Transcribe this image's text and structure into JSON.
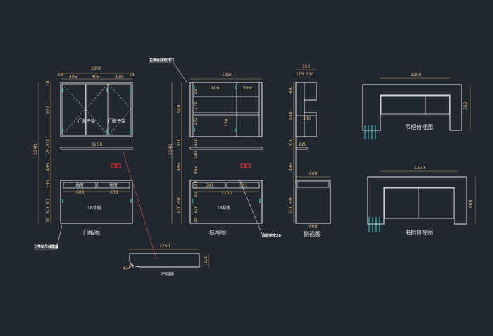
{
  "colors": {
    "background": "#212830",
    "lines": "#e6e6e6",
    "dimensions": "#e4b980",
    "hinge": "#35c6a0",
    "mark": "#e03030"
  },
  "views": {
    "door": {
      "title": "门板图",
      "top_width": "1250",
      "top_segments": [
        "18",
        "405",
        "405",
        "405",
        "18"
      ],
      "heights": [
        "18",
        "972",
        "310",
        "25",
        "485",
        "135",
        "80",
        "620",
        "20"
      ],
      "total_height": "2540",
      "door_labels": [
        "门板平装",
        "门板平装"
      ],
      "mid_width": "1250",
      "drawer_labels": [
        "抽屉",
        "抽屉"
      ],
      "drawer_widths": [
        "600",
        "600"
      ],
      "back_label": "18背板",
      "note_slide": "三节轨吊装隐藏",
      "note_top": "左侧板底端开口"
    },
    "structure": {
      "title": "结构图",
      "top_width": "1250",
      "inner_width": "800",
      "side_width": "396",
      "heights": [
        "25",
        "272",
        "272",
        "334",
        "310",
        "120",
        "485",
        "120",
        "60",
        "620",
        "20"
      ],
      "left_heights": [
        "940",
        "310",
        "485",
        "380",
        "620"
      ],
      "total_height": "2540",
      "drawer_widths": [
        "591",
        "591"
      ],
      "bottom_width": "1200",
      "back_label": "18背板",
      "note_bottom": "底板挖空20"
    },
    "side": {
      "title": "侧视图",
      "top_width": "350",
      "top_segments": [
        "115",
        "235"
      ],
      "heights": [
        "300",
        "630",
        "320",
        "485",
        "380",
        "620"
      ],
      "mid_labels": [
        "330",
        "220"
      ],
      "desk_width": "600",
      "base_width": "600"
    },
    "wall_top": {
      "title": "吊柜俯视图",
      "width": "1250",
      "depth": "350"
    },
    "desk_top": {
      "title": "书柜俯视图",
      "width": "1250",
      "depth": "600"
    },
    "shelf": {
      "title": "25层板",
      "width": "1250",
      "depth": "220",
      "radius": "R100"
    }
  }
}
